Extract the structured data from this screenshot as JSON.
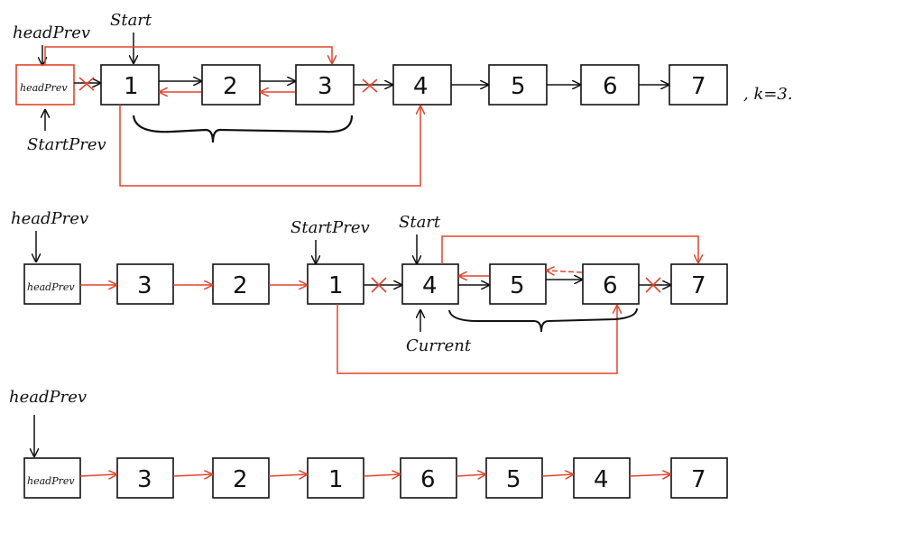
{
  "colors": {
    "ink": "#111111",
    "accent": "#e0452b"
  },
  "row1": {
    "headprev_label": "headPrev",
    "start_label": "Start",
    "start_prev_label": "StartPrev",
    "box_head": "headPrev",
    "nodes": [
      "1",
      "2",
      "3",
      "4",
      "5",
      "6",
      "7"
    ],
    "k_label": ", k=3."
  },
  "row2": {
    "headprev_label": "headPrev",
    "start_prev_label": "StartPrev",
    "start_label": "Start",
    "current_label": "Current",
    "box_head": "headPrev",
    "nodes": [
      "3",
      "2",
      "1",
      "4",
      "5",
      "6",
      "7"
    ]
  },
  "row3": {
    "headprev_label": "headPrev",
    "box_head": "headPrev",
    "nodes": [
      "3",
      "2",
      "1",
      "6",
      "5",
      "4",
      "7"
    ]
  }
}
